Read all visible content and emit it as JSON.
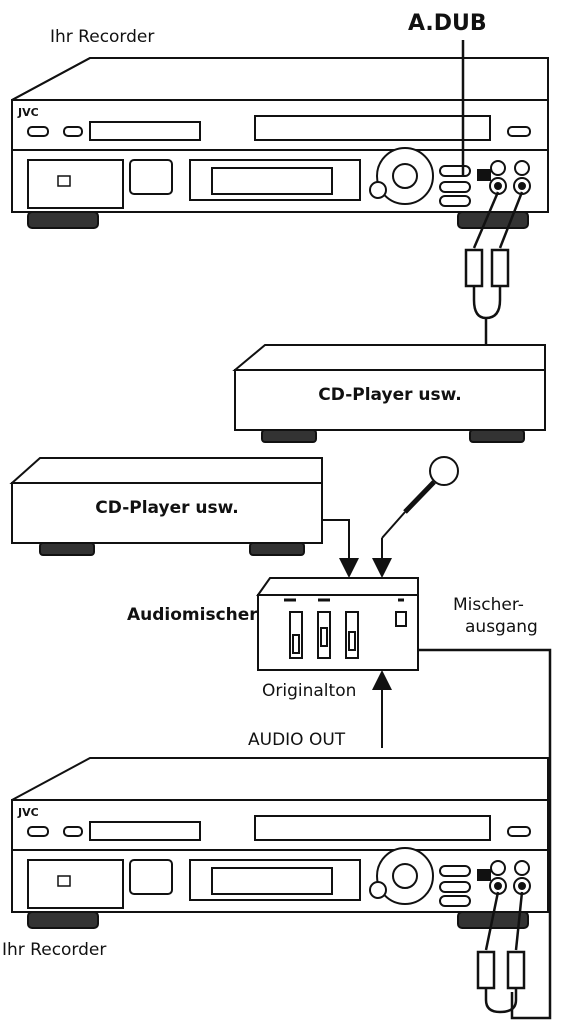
{
  "labels": {
    "recorder_top": "Ihr Recorder",
    "adub": "A.DUB",
    "cd_player_1": "CD-Player usw.",
    "cd_player_2": "CD-Player usw.",
    "mixer": "Audiomischer",
    "mixer_out_line1": "Mischer-",
    "mixer_out_line2": "ausgang",
    "original": "Originalton",
    "audio_out": "AUDIO OUT",
    "recorder_bottom": "Ihr Recorder",
    "brand_top": "JVC",
    "brand_bottom": "JVC"
  }
}
